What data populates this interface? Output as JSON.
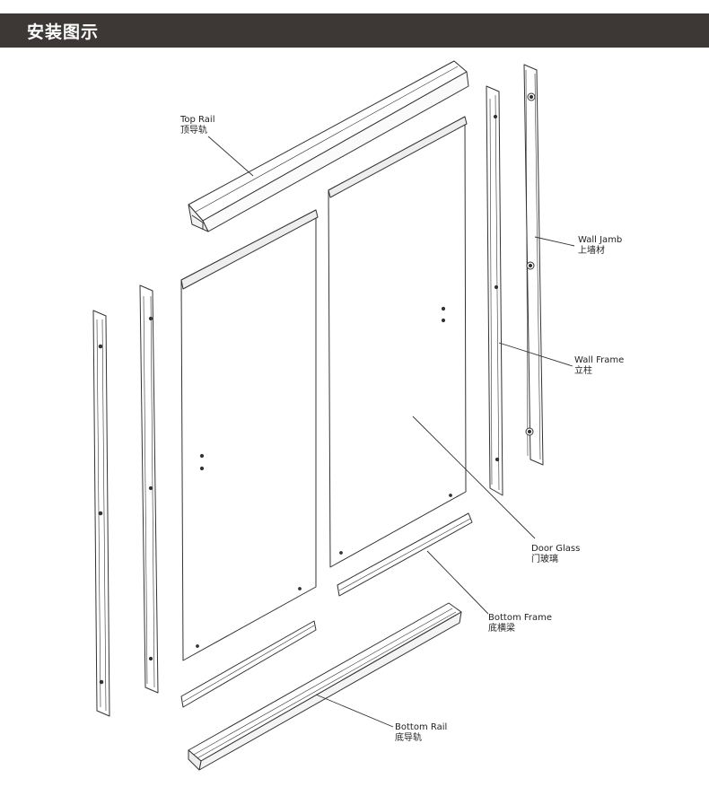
{
  "header": {
    "title": "安装图示"
  },
  "labels": {
    "top_rail": {
      "en": "Top Rail",
      "zh": "顶导轨"
    },
    "wall_jamb": {
      "en": "Wall Jamb",
      "zh": "上墙材"
    },
    "wall_frame": {
      "en": "Wall Frame",
      "zh": "立柱"
    },
    "door_glass": {
      "en": "Door Glass",
      "zh": "门玻璃"
    },
    "bottom_frame": {
      "en": "Bottom Frame",
      "zh": "底横梁"
    },
    "bottom_rail": {
      "en": "Bottom Rail",
      "zh": "底导轨"
    }
  },
  "colors": {
    "header_bg": "#3d3735",
    "line": "#333333"
  }
}
